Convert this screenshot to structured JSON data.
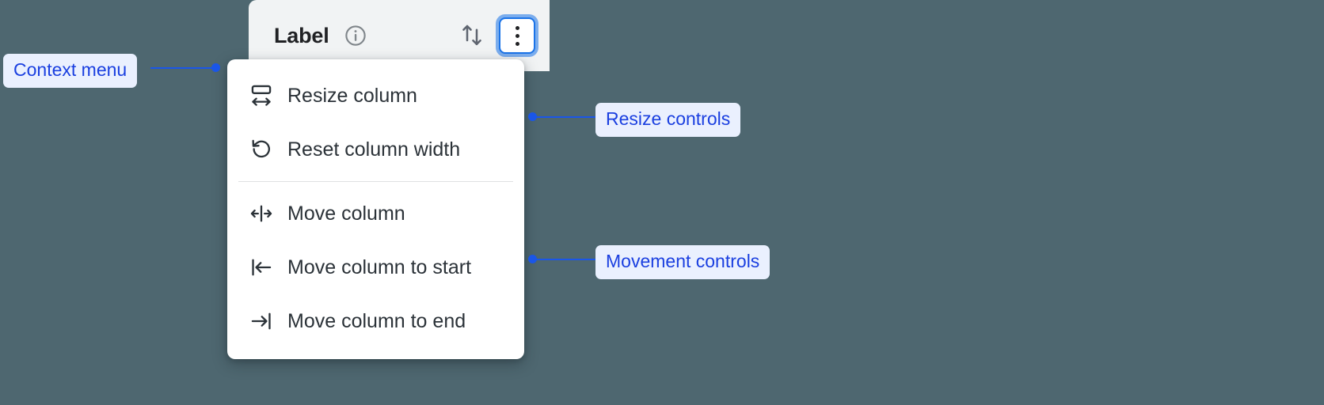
{
  "background_color": "#4e6770",
  "accent_color": "#1a73e8",
  "callout_text_color": "#1a3fe0",
  "callout_bg_color": "#eaf0fe",
  "header": {
    "title": "Label",
    "info_icon": "info-circle-icon",
    "sort_icon": "sort-arrows-icon",
    "menu_button_icon": "kebab-menu-icon",
    "menu_button_focused": true
  },
  "context_menu": {
    "groups": [
      {
        "name": "resize",
        "items": [
          {
            "icon": "resize-column-icon",
            "label": "Resize column"
          },
          {
            "icon": "reset-width-icon",
            "label": "Reset column width"
          }
        ]
      },
      {
        "name": "movement",
        "items": [
          {
            "icon": "move-column-icon",
            "label": "Move column"
          },
          {
            "icon": "move-to-start-icon",
            "label": "Move column to start"
          },
          {
            "icon": "move-to-end-icon",
            "label": "Move column to end"
          }
        ]
      }
    ]
  },
  "callouts": [
    {
      "id": "context-menu",
      "label": "Context menu"
    },
    {
      "id": "resize-controls",
      "label": "Resize controls"
    },
    {
      "id": "movement-controls",
      "label": "Movement controls"
    }
  ]
}
